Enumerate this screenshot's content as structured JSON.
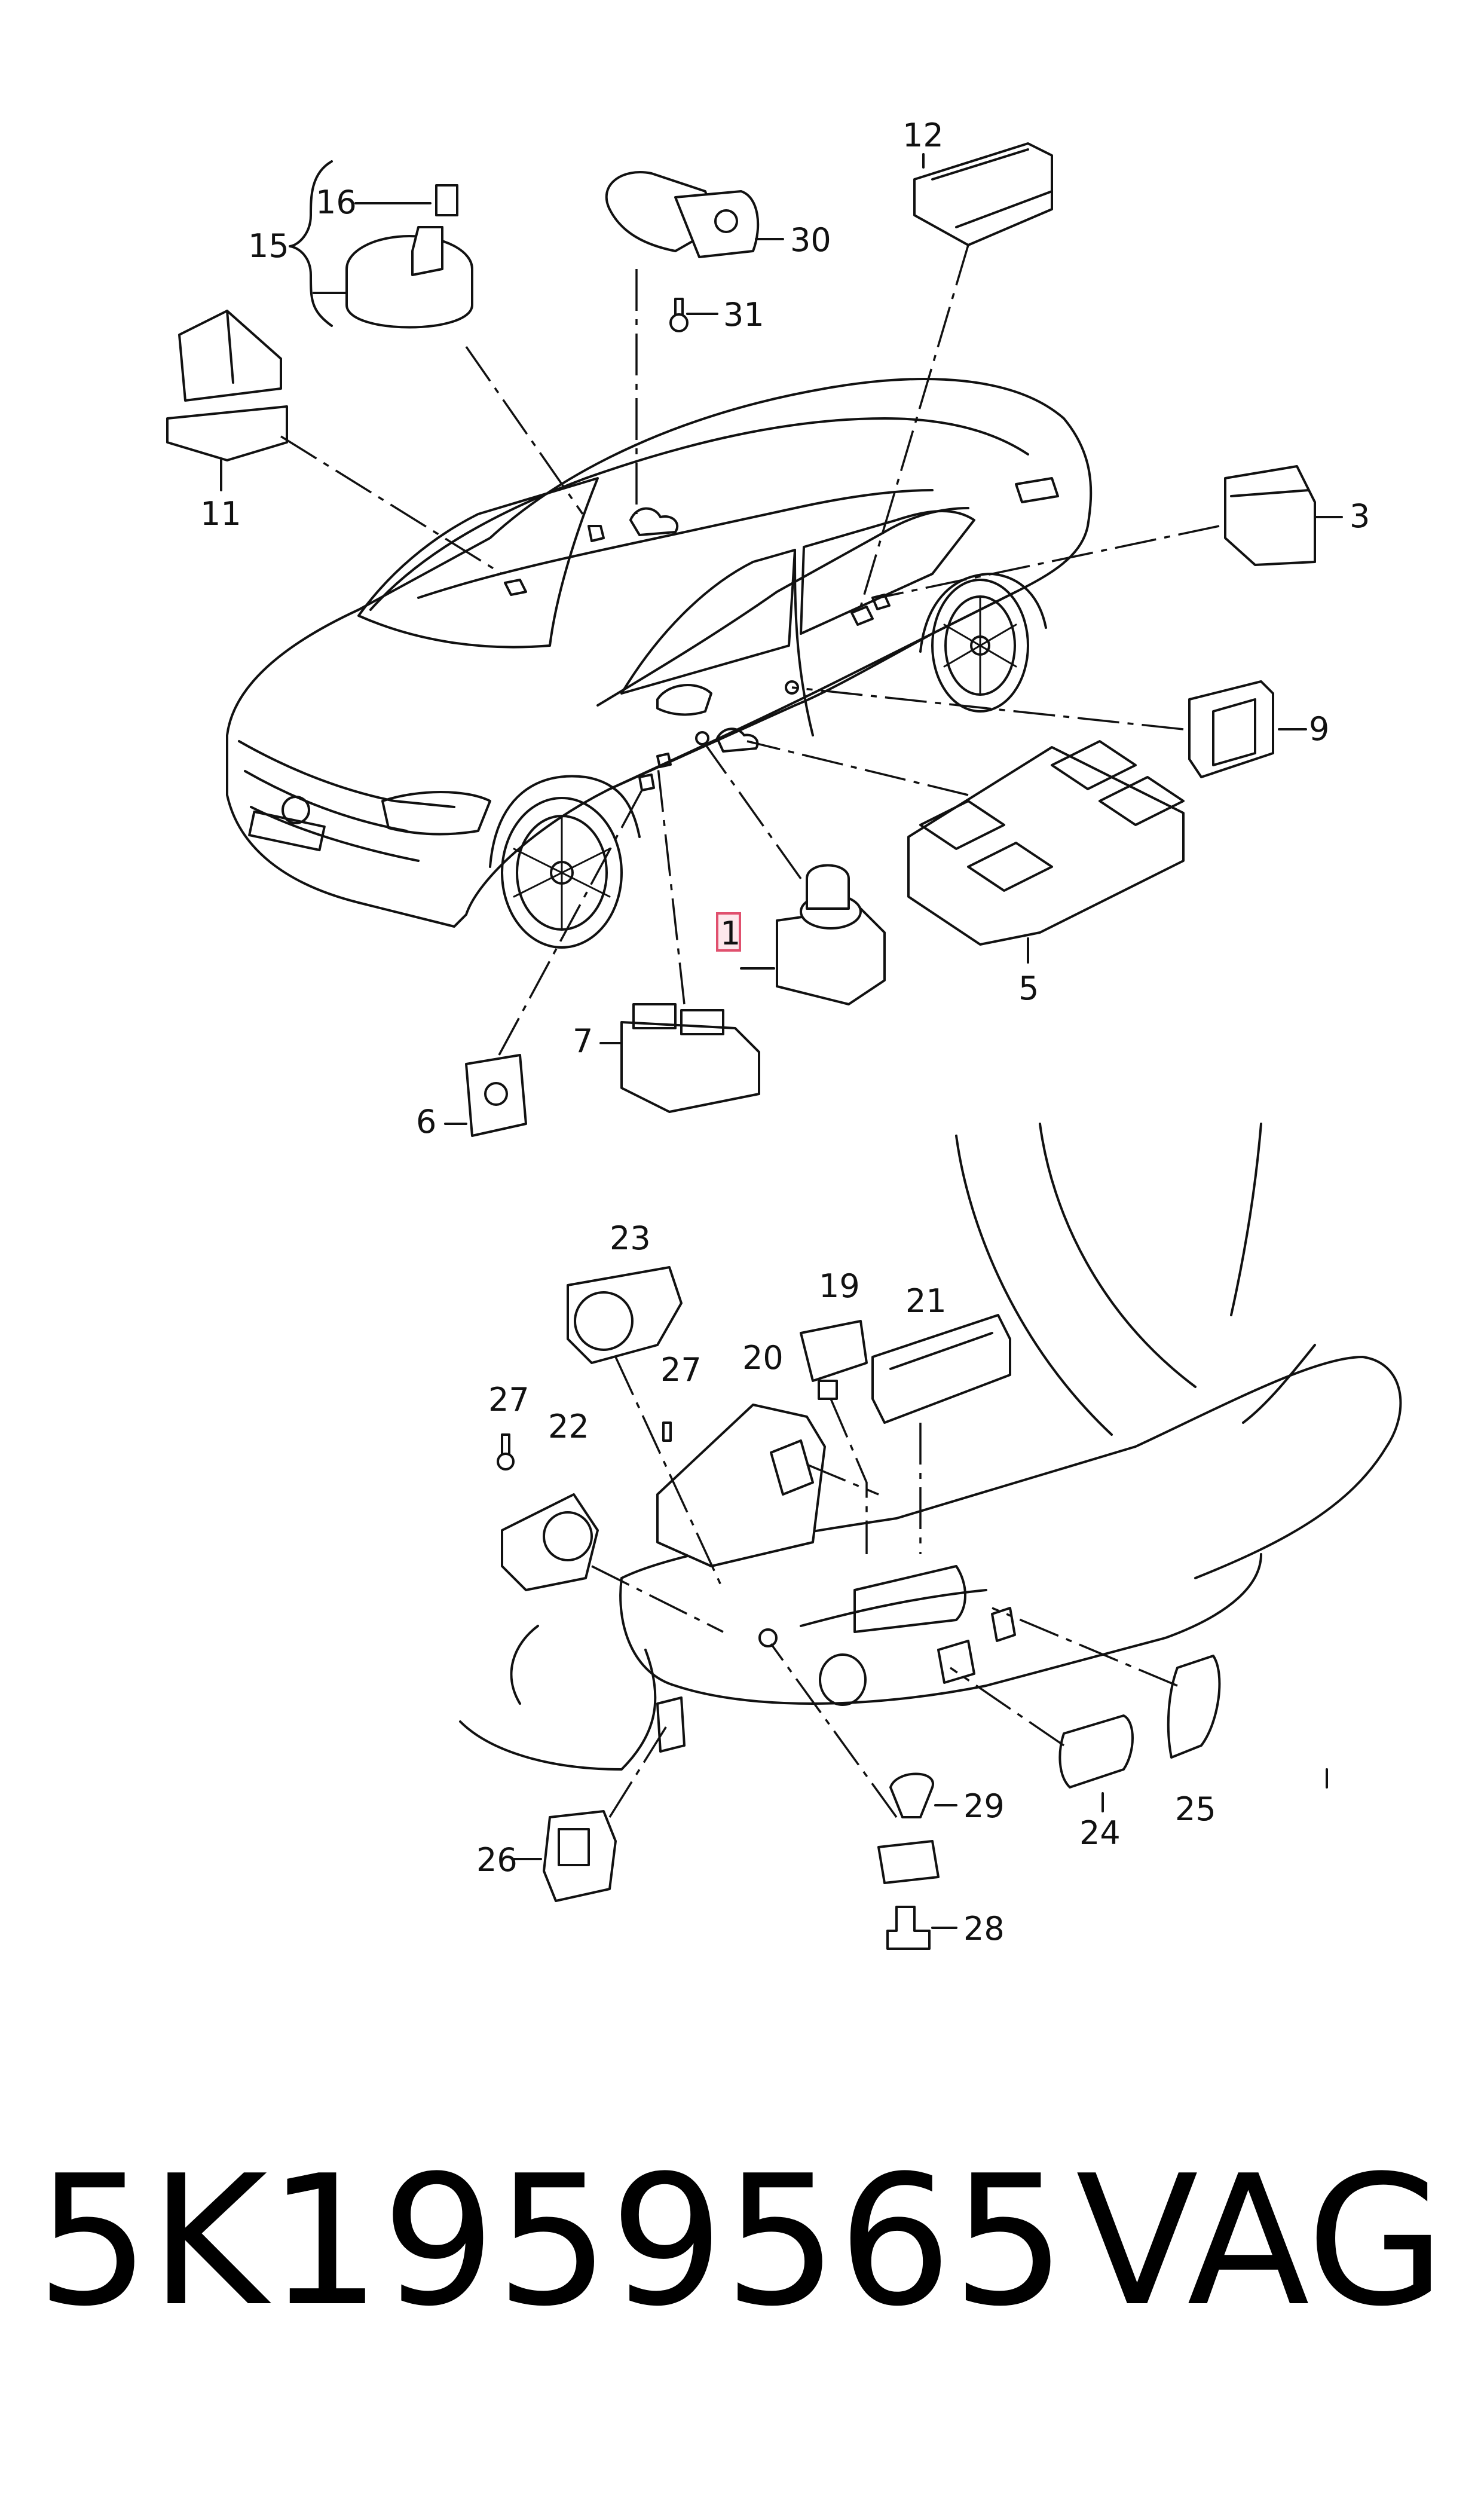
{
  "diagram": {
    "callouts": [
      "1",
      "3",
      "5",
      "6",
      "7",
      "9",
      "11",
      "12",
      "15",
      "16",
      "19",
      "20",
      "21",
      "22",
      "23",
      "24",
      "25",
      "26",
      "27",
      "27",
      "28",
      "29",
      "30",
      "31"
    ],
    "highlighted_callout": "1"
  },
  "footer": {
    "part_number": "5K1959565",
    "brand": "VAG"
  }
}
